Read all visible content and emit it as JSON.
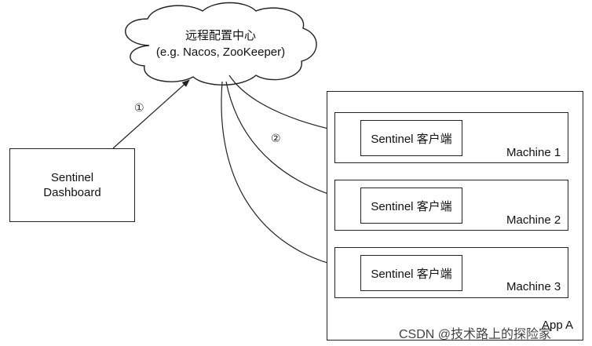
{
  "cloud": {
    "title": "远程配置中心",
    "subtitle": "(e.g. Nacos, ZooKeeper)"
  },
  "dashboard": {
    "line1": "Sentinel",
    "line2": "Dashboard"
  },
  "steps": {
    "push_to_config": "①",
    "pull_from_config": "②"
  },
  "app": {
    "label": "App A"
  },
  "machines": [
    {
      "client_label": "Sentinel 客户端",
      "machine_label": "Machine 1"
    },
    {
      "client_label": "Sentinel 客户端",
      "machine_label": "Machine 2"
    },
    {
      "client_label": "Sentinel 客户端",
      "machine_label": "Machine 3"
    }
  ],
  "watermark": "CSDN @技术路上的探险家",
  "colors": {
    "stroke": "#222222",
    "background": "#ffffff"
  }
}
